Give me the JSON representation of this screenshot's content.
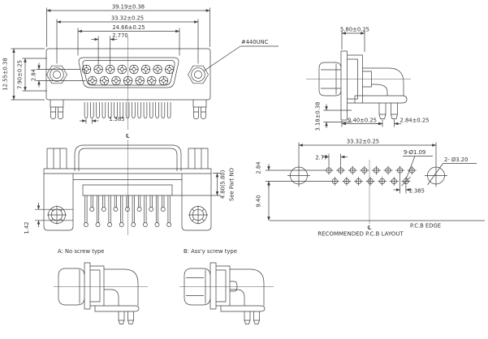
{
  "front_view": {
    "dims": {
      "overall_width": "39.19±0.38",
      "screw_span": "33.32±0.25",
      "insert_width": "24.66±0.25",
      "pin_pitch": "2.770",
      "overall_height": "12.55±0.38",
      "screw_height_span": "7.90±0.25",
      "row_spacing": "2.84",
      "pin_stagger": "1.385"
    },
    "thread_callout": "#440UNC",
    "centerline_symbol": "℄"
  },
  "side_view": {
    "dims": {
      "front_depth": "5.80±0.25",
      "standoff": "3.18±0.38",
      "pin_to_flange": "9.40±0.25",
      "pin_spacing": "2.84±0.25"
    }
  },
  "rear_view": {
    "dims": {
      "hole_detail": "1.42",
      "standoff_height": "4.80(5.80)"
    },
    "note": "See Part NO"
  },
  "pcb_layout": {
    "title": "RECOMMENDED P.C.B LAYOUT",
    "edge_label": "P.C.B EDGE",
    "dims": {
      "mount_span": "33.32±0.25",
      "pin_pitch": "2.77",
      "row_spacing": "2.84",
      "edge_distance": "9.40",
      "stagger": "1.385"
    },
    "callouts": {
      "pin_holes": "9-Ø1.09",
      "mount_holes": "2- Ø3.20"
    },
    "centerline_symbol": "℄"
  },
  "variants": {
    "a_label": "A: No screw type",
    "b_label": "B: Ass'y screw type"
  }
}
